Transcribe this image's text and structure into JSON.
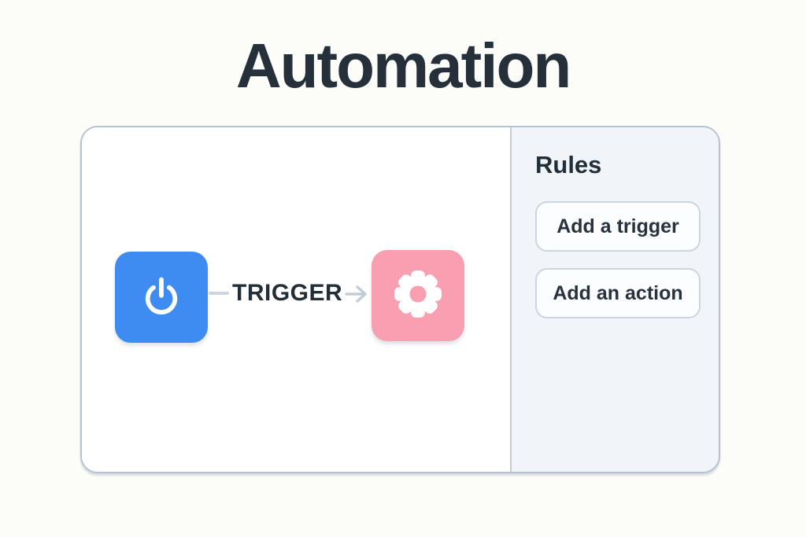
{
  "page": {
    "title": "Automation"
  },
  "flow": {
    "trigger_node": {
      "icon": "power-icon",
      "color": "#3e8cf2"
    },
    "connector_label": "TRIGGER",
    "arrow_icon": "arrow-right-icon",
    "action_node": {
      "icon": "gear-icon",
      "color": "#f99fb1"
    }
  },
  "rules_panel": {
    "heading": "Rules",
    "buttons": [
      {
        "label": "Add a trigger"
      },
      {
        "label": "Add an action"
      }
    ]
  },
  "colors": {
    "page_background": "#fcfcf8",
    "title_text": "#25303b",
    "trigger_blue": "#3e8cf2",
    "action_pink": "#f99fb1",
    "panel_border": "#b7c2cf",
    "rules_background": "#f1f5f9",
    "connector_gray": "#ccd5df",
    "button_border": "#ccd4dd"
  }
}
